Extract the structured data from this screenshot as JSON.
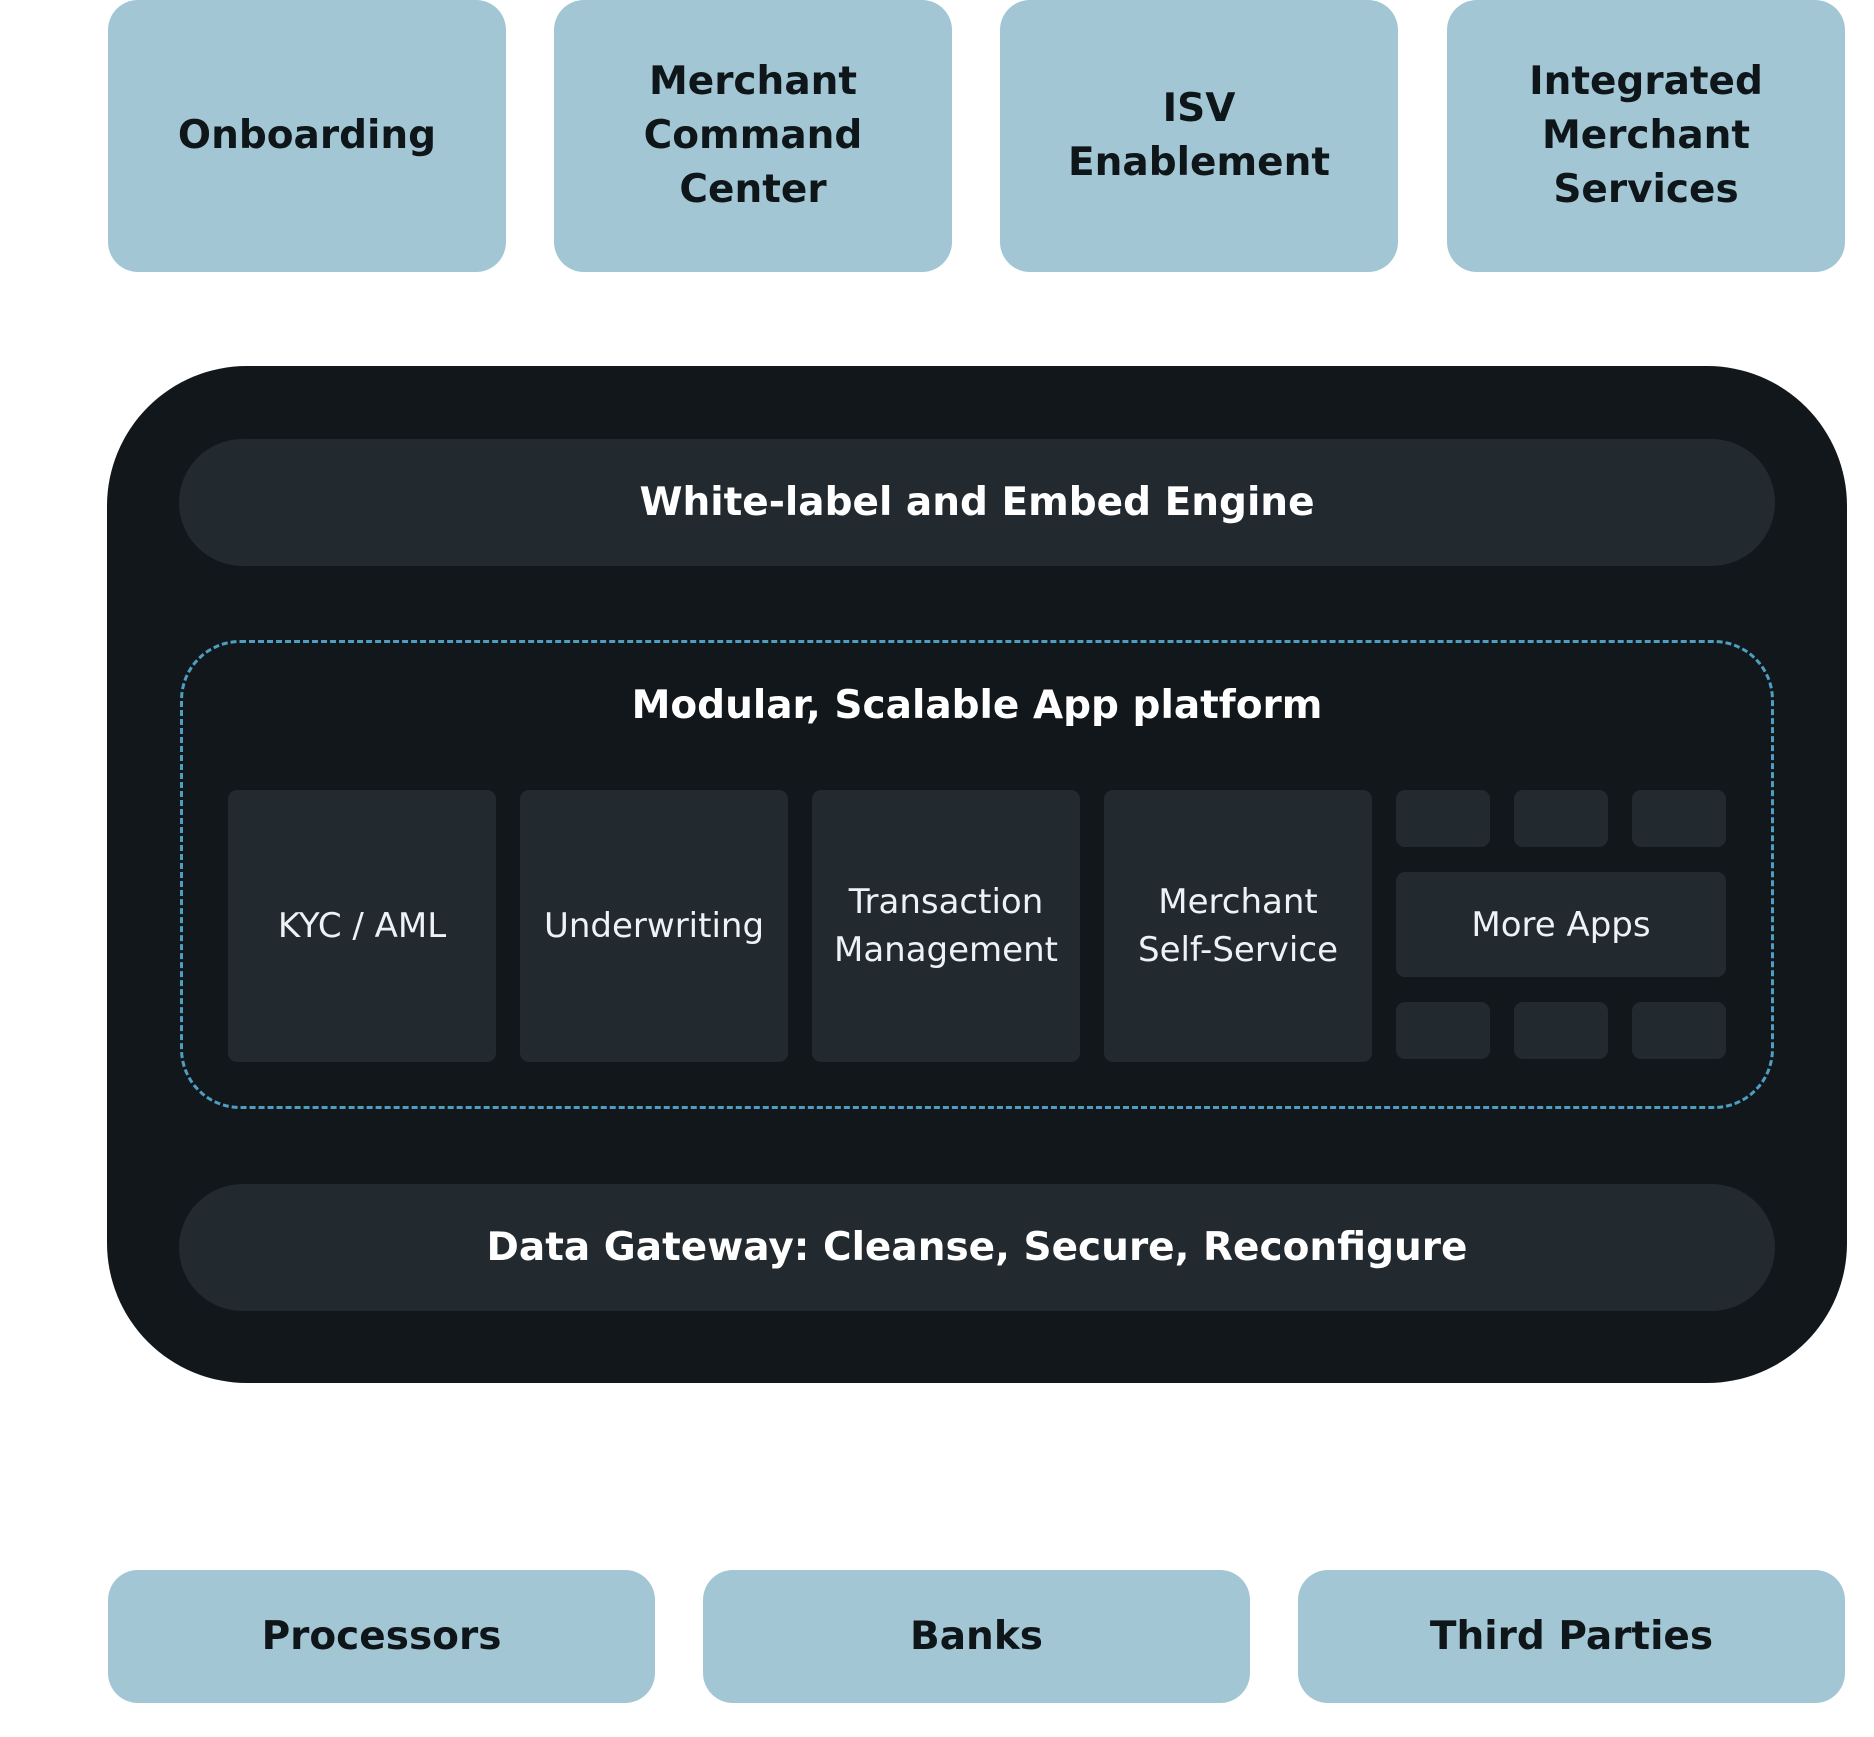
{
  "top_boxes": [
    {
      "label": "Onboarding"
    },
    {
      "label": "Merchant\nCommand\nCenter"
    },
    {
      "label": "ISV\nEnablement"
    },
    {
      "label": "Integrated\nMerchant\nServices"
    }
  ],
  "platform": {
    "engine_label": "White-label and Embed Engine",
    "app_platform_title": "Modular, Scalable App platform",
    "apps": [
      {
        "label": "KYC / AML"
      },
      {
        "label": "Underwriting"
      },
      {
        "label": "Transaction\nManagement"
      },
      {
        "label": "Merchant\nSelf-Service"
      }
    ],
    "more_apps_label": "More Apps",
    "gateway_label": "Data Gateway: Cleanse, Secure, Reconfigure"
  },
  "bottom_boxes": [
    {
      "label": "Processors"
    },
    {
      "label": "Banks"
    },
    {
      "label": "Third Parties"
    }
  ],
  "colors": {
    "light_box": "#a3c6d5",
    "platform_bg": "#11171b",
    "panel_bg": "#222a30",
    "dashed_border": "#4e9ec2"
  }
}
